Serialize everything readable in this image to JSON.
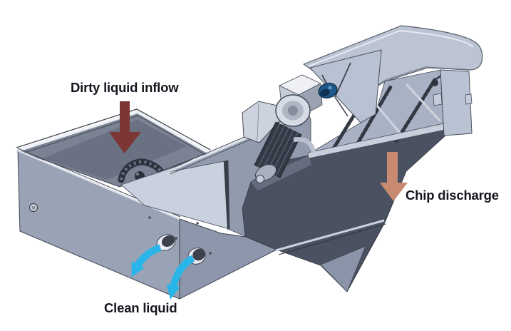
{
  "figure": {
    "type": "technical-illustration",
    "subject": "chip conveyor with coolant settling tank",
    "background": "#ffffff",
    "labels": {
      "inflow": "Dirty liquid inflow",
      "discharge": "Chip discharge",
      "clean": "Clean liquid"
    },
    "arrows": {
      "inflow": {
        "icon": "down-block-arrow-icon",
        "color": "#7d3536"
      },
      "discharge": {
        "icon": "down-block-arrow-icon",
        "color": "#c98a72"
      },
      "clean": {
        "icon": "curved-down-left-arrow-icon",
        "color": "#2ab5e9",
        "count": 2
      }
    },
    "machine_colors": {
      "body_light": "#c9d0de",
      "body_medium": "#99a2b6",
      "body_dark": "#4a5160",
      "outline": "#3f4450",
      "label_text": "#15151f"
    }
  }
}
